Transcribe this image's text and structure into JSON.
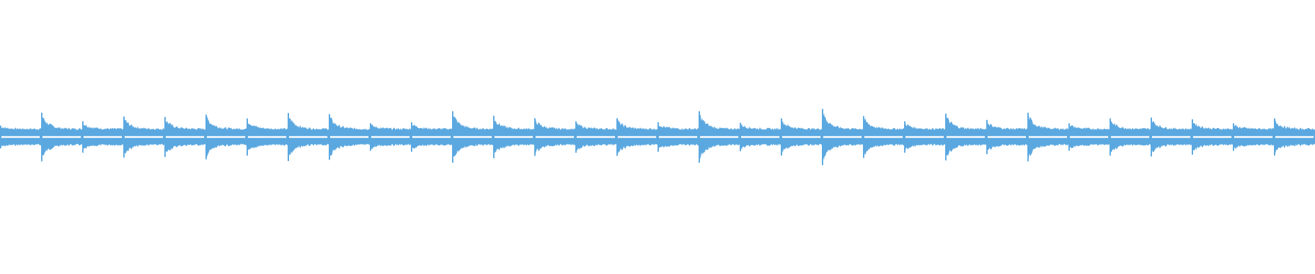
{
  "waveform": {
    "color": "#5BA8E0",
    "background": "#FFFFFF",
    "pulse_count": 32,
    "pulse_peaks": [
      0.3,
      0.75,
      0.45,
      0.62,
      0.6,
      0.68,
      0.55,
      0.74,
      0.7,
      0.38,
      0.42,
      0.8,
      0.64,
      0.56,
      0.45,
      0.56,
      0.42,
      0.8,
      0.4,
      0.55,
      0.88,
      0.63,
      0.45,
      0.72,
      0.5,
      0.75,
      0.38,
      0.55,
      0.58,
      0.52,
      0.38,
      0.55
    ],
    "sustain_level": 0.22
  }
}
